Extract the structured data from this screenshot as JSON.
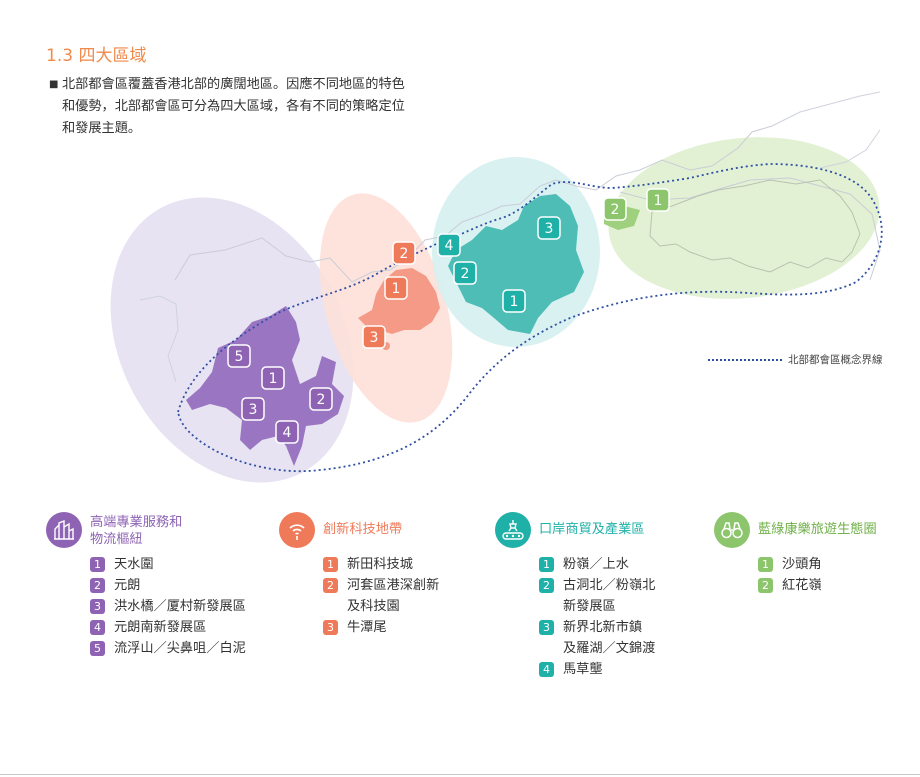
{
  "section": {
    "heading": "1.3 四大區域",
    "intro_lines": [
      "北部都會區覆蓋香港北部的廣闊地區。因應不同地區的特色",
      "和優勢，北部都會區可分為四大區域，各有不同的策略定位",
      "和發展主題。"
    ]
  },
  "colors": {
    "heading": "#f08a4b",
    "purple": "#8e63b4",
    "coral": "#ef7a5a",
    "teal": "#1fb0a8",
    "green": "#8cc56b",
    "boundary": "#2f4fa3"
  },
  "map": {
    "boundary_legend": "北部都會區概念界線",
    "markers": {
      "purple": [
        "5",
        "1",
        "3",
        "2",
        "4"
      ],
      "coral": [
        "2",
        "1",
        "3"
      ],
      "teal": [
        "4",
        "3",
        "2",
        "1"
      ],
      "green": [
        "2",
        "1"
      ]
    }
  },
  "zones": [
    {
      "icon": "city-buildings-icon",
      "title_lines": [
        "高端專業服務和",
        "物流樞紐"
      ],
      "items": [
        {
          "num": "1",
          "lines": [
            "天水圍"
          ]
        },
        {
          "num": "2",
          "lines": [
            "元朗"
          ]
        },
        {
          "num": "3",
          "lines": [
            "洪水橋／厦村新發展區"
          ]
        },
        {
          "num": "4",
          "lines": [
            "元朗南新發展區"
          ]
        },
        {
          "num": "5",
          "lines": [
            "流浮山／尖鼻咀／白泥"
          ]
        }
      ]
    },
    {
      "icon": "wifi-signal-icon",
      "title_lines": [
        "創新科技地帶"
      ],
      "items": [
        {
          "num": "1",
          "lines": [
            "新田科技城"
          ]
        },
        {
          "num": "2",
          "lines": [
            "河套區港深創新",
            "及科技園"
          ]
        },
        {
          "num": "3",
          "lines": [
            "牛潭尾"
          ]
        }
      ]
    },
    {
      "icon": "conveyor-robot-icon",
      "title_lines": [
        "口岸商貿及產業區"
      ],
      "items": [
        {
          "num": "1",
          "lines": [
            "粉嶺／上水"
          ]
        },
        {
          "num": "2",
          "lines": [
            "古洞北／粉嶺北",
            "新發展區"
          ]
        },
        {
          "num": "3",
          "lines": [
            "新界北新市鎮",
            "及羅湖／文錦渡"
          ]
        },
        {
          "num": "4",
          "lines": [
            "馬草壟"
          ]
        }
      ]
    },
    {
      "icon": "binoculars-icon",
      "title_lines": [
        "藍綠康樂旅遊生態圈"
      ],
      "items": [
        {
          "num": "1",
          "lines": [
            "沙頭角"
          ]
        },
        {
          "num": "2",
          "lines": [
            "紅花嶺"
          ]
        }
      ]
    }
  ]
}
